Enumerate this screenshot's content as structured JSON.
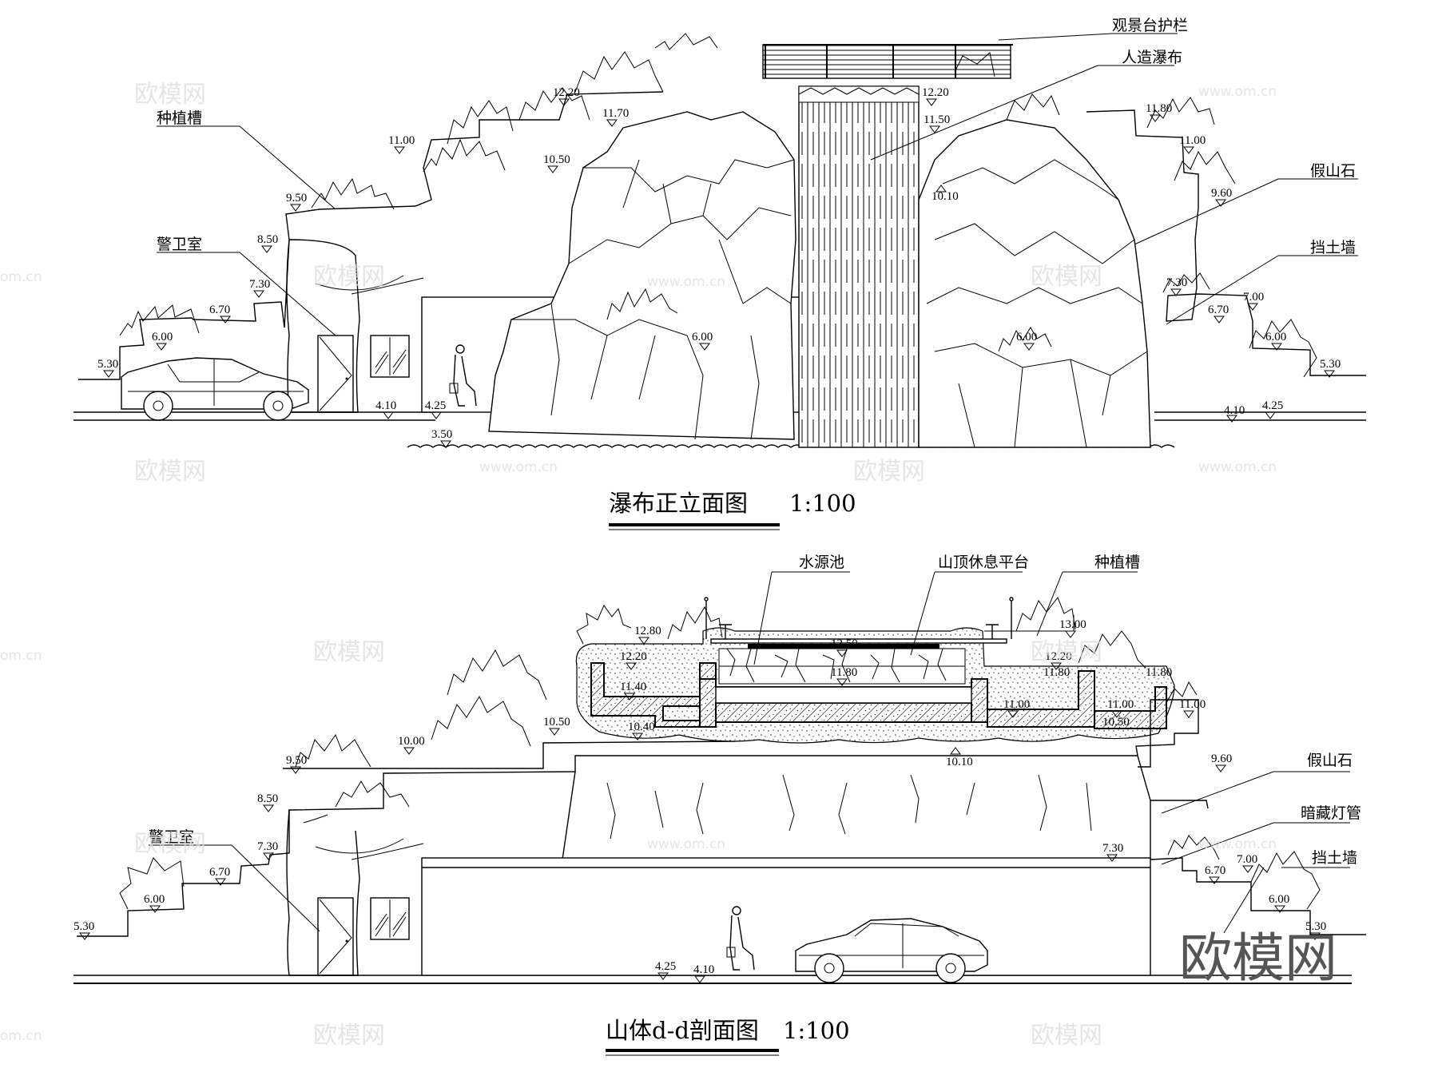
{
  "watermarks": {
    "brand": "欧模网",
    "url": "www.om.cn",
    "url_short": "om.cn",
    "big_brand": "欧模网"
  },
  "elevation_view": {
    "title": "瀑布正立面图",
    "scale": "1:100",
    "callouts": {
      "railing": "观景台护栏",
      "waterfall": "人造瀑布",
      "planter": "种植槽",
      "guard_room": "警卫室",
      "rockery": "假山石",
      "retaining_wall": "挡土墙"
    },
    "levels": {
      "l_1220": "12.20",
      "l_1170": "11.70",
      "l_1100": "11.00",
      "l_1050": "10.50",
      "l_950": "9.50",
      "l_850": "8.50",
      "l_730": "7.30",
      "l_670": "6.70",
      "l_600": "6.00",
      "l_530": "5.30",
      "l_410": "4.10",
      "l_425": "4.25",
      "l_350": "3.50",
      "l_600_mid": "6.00",
      "r_1220": "12.20",
      "r_1150": "11.50",
      "r_1010": "10.10",
      "r_1180": "11.80",
      "r_1100": "11.00",
      "r_960": "9.60",
      "r_730": "7.30",
      "r_670": "6.70",
      "r_700": "7.00",
      "r_600": "6.00",
      "r_600_rock": "6.00",
      "r_530": "5.30",
      "r_410": "4.10",
      "r_425": "4.25"
    }
  },
  "section_view": {
    "title": "山体d-d剖面图",
    "scale": "1:100",
    "callouts": {
      "source_pool": "水源池",
      "summit_platform": "山顶休息平台",
      "planter": "种植槽",
      "guard_room": "警卫室",
      "rockery": "假山石",
      "hidden_light": "暗藏灯管",
      "retaining_wall": "挡土墙"
    },
    "levels": {
      "l_1280": "12.80",
      "l_1220": "12.20",
      "l_1140": "11.40",
      "l_1040": "10.40",
      "l_1050": "10.50",
      "l_1000": "10.00",
      "l_950": "9.50",
      "l_850": "8.50",
      "l_730": "7.30",
      "l_670": "6.70",
      "l_600": "6.00",
      "l_530": "5.30",
      "c_1250": "12.50",
      "c_1180": "11.80",
      "c_1010": "10.10",
      "r_1300": "13.00",
      "r_1220": "12.20",
      "r_1180": "11.80",
      "r_1180b": "11.80",
      "r_1100": "11.00",
      "r_1100b": "11.00",
      "r_1100c": "11.00",
      "r_1050": "10.50",
      "r_960": "9.60",
      "r_730": "7.30",
      "r_670": "6.70",
      "r_700": "7.00",
      "r_600": "6.00",
      "r_530": "5.30",
      "g_425": "4.25",
      "g_410": "4.10"
    }
  }
}
